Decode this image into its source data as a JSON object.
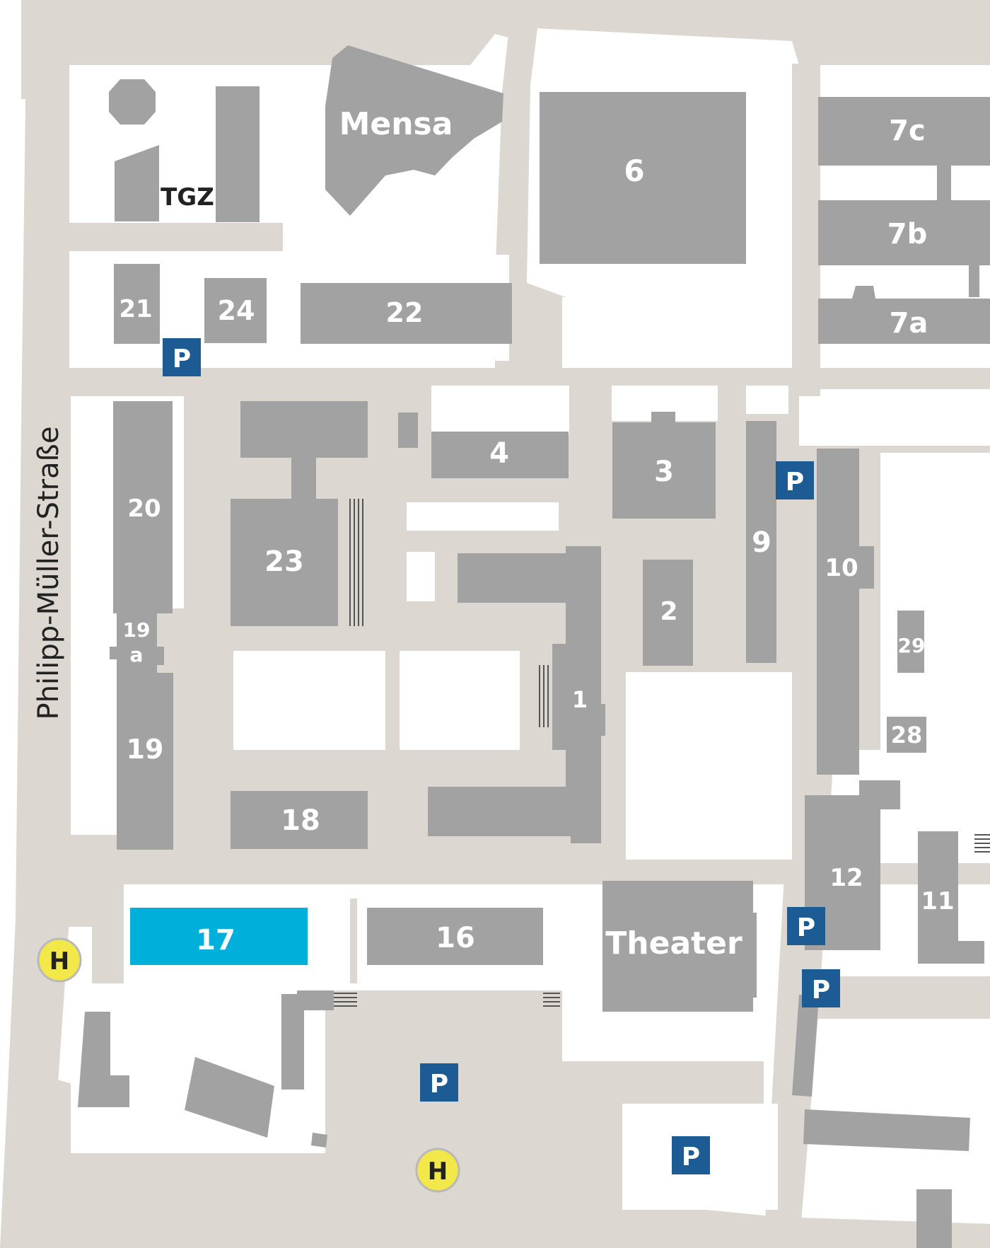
{
  "map": {
    "street": "Philipp-Müller-Straße",
    "buildings": {
      "mensa": "Mensa",
      "tgz": "TGZ",
      "b6": "6",
      "b7c": "7c",
      "b7b": "7b",
      "b7a": "7a",
      "b21": "21",
      "b24": "24",
      "b22": "22",
      "b20": "20",
      "b23": "23",
      "b4": "4",
      "b3": "3",
      "b9": "9",
      "b10": "10",
      "b2": "2",
      "b29": "29",
      "b19a_top": "19",
      "b19a_bottom": "a",
      "b1": "1",
      "b28": "28",
      "b19": "19",
      "b18": "18",
      "b12": "12",
      "b11": "11",
      "b17": "17",
      "b16": "16",
      "theater": "Theater"
    },
    "parking_label": "P",
    "bus_stop_label": "H",
    "colors": {
      "building": "#a2a2a2",
      "highlight": "#00b0db",
      "path": "#dcd7d0",
      "parking": "#1d5b95",
      "bus_stop": "#f2e84a"
    }
  }
}
